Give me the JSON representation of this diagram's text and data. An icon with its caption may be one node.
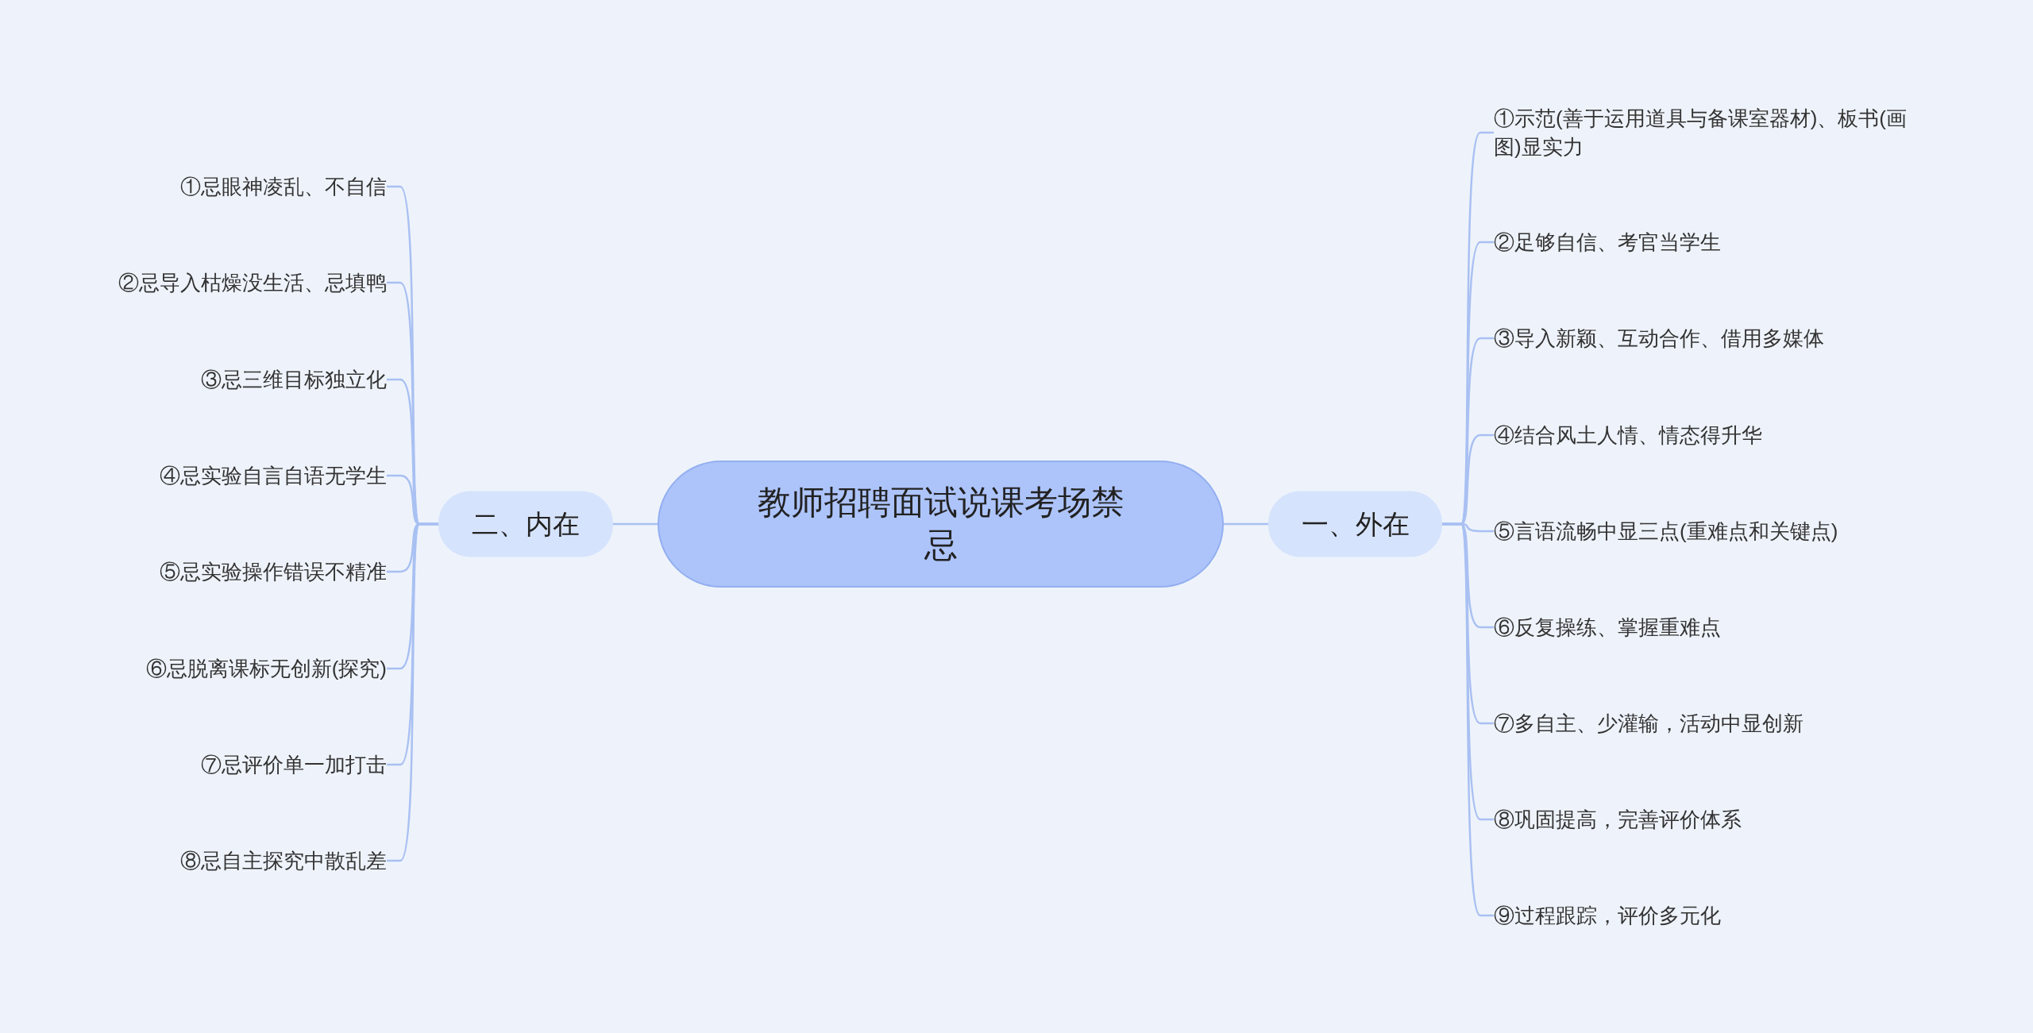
{
  "diagram": {
    "nodes": [
      {
        "text": [
          "教师招聘面试说课考场禁忌"
        ]
      },
      {
        "text": [
          "一、外在"
        ]
      },
      {
        "text": [
          "①示范(善于运用道具与备课室器材)、板书(画图)显实力"
        ]
      },
      {
        "text": [
          "②足够自信、考官当学生"
        ]
      },
      {
        "text": [
          "③导入新颖、互动合作、借用多媒体"
        ]
      },
      {
        "text": [
          "④结合风土人情、情态得升华"
        ]
      },
      {
        "text": [
          "⑤言语流畅中显三点(重难点和关键点)"
        ]
      },
      {
        "text": [
          "⑥反复操练、掌握重难点"
        ]
      },
      {
        "text": [
          "⑦多自主、少灌输，活动中显创新"
        ]
      },
      {
        "text": [
          "⑧巩固提高，完善评价体系"
        ]
      },
      {
        "text": [
          "⑨过程跟踪，评价多元化"
        ]
      },
      {
        "text": [
          "二、内在"
        ]
      },
      {
        "text": [
          "①忌眼神凌乱、不自信"
        ]
      },
      {
        "text": [
          "②忌导入枯燥没生活、忌填鸭"
        ]
      },
      {
        "text": [
          "③忌三维目标独立化"
        ]
      },
      {
        "text": [
          "④忌实验自言自语无学生"
        ]
      },
      {
        "text": [
          "⑤忌实验操作错误不精准"
        ]
      },
      {
        "text": [
          "⑥忌脱离课标无创新(探究)"
        ]
      },
      {
        "text": [
          "⑦忌评价单一加打击"
        ]
      },
      {
        "text": [
          "⑧忌自主探究中散乱差"
        ]
      }
    ],
    "edges": [
      {
        "from": 0,
        "to": 1,
        "arrow": "none"
      },
      {
        "from": 1,
        "to": 2,
        "arrow": "none"
      },
      {
        "from": 1,
        "to": 3,
        "arrow": "none"
      },
      {
        "from": 1,
        "to": 4,
        "arrow": "none"
      },
      {
        "from": 1,
        "to": 5,
        "arrow": "none"
      },
      {
        "from": 1,
        "to": 6,
        "arrow": "none"
      },
      {
        "from": 1,
        "to": 7,
        "arrow": "none"
      },
      {
        "from": 1,
        "to": 8,
        "arrow": "none"
      },
      {
        "from": 1,
        "to": 9,
        "arrow": "none"
      },
      {
        "from": 1,
        "to": 10,
        "arrow": "none"
      },
      {
        "from": 0,
        "to": 11,
        "arrow": "none"
      },
      {
        "from": 11,
        "to": 12,
        "arrow": "none"
      },
      {
        "from": 11,
        "to": 13,
        "arrow": "none"
      },
      {
        "from": 11,
        "to": 14,
        "arrow": "none"
      },
      {
        "from": 11,
        "to": 15,
        "arrow": "none"
      },
      {
        "from": 11,
        "to": 16,
        "arrow": "none"
      },
      {
        "from": 11,
        "to": 17,
        "arrow": "none"
      },
      {
        "from": 11,
        "to": 18,
        "arrow": "none"
      },
      {
        "from": 11,
        "to": 19,
        "arrow": "none"
      }
    ]
  }
}
